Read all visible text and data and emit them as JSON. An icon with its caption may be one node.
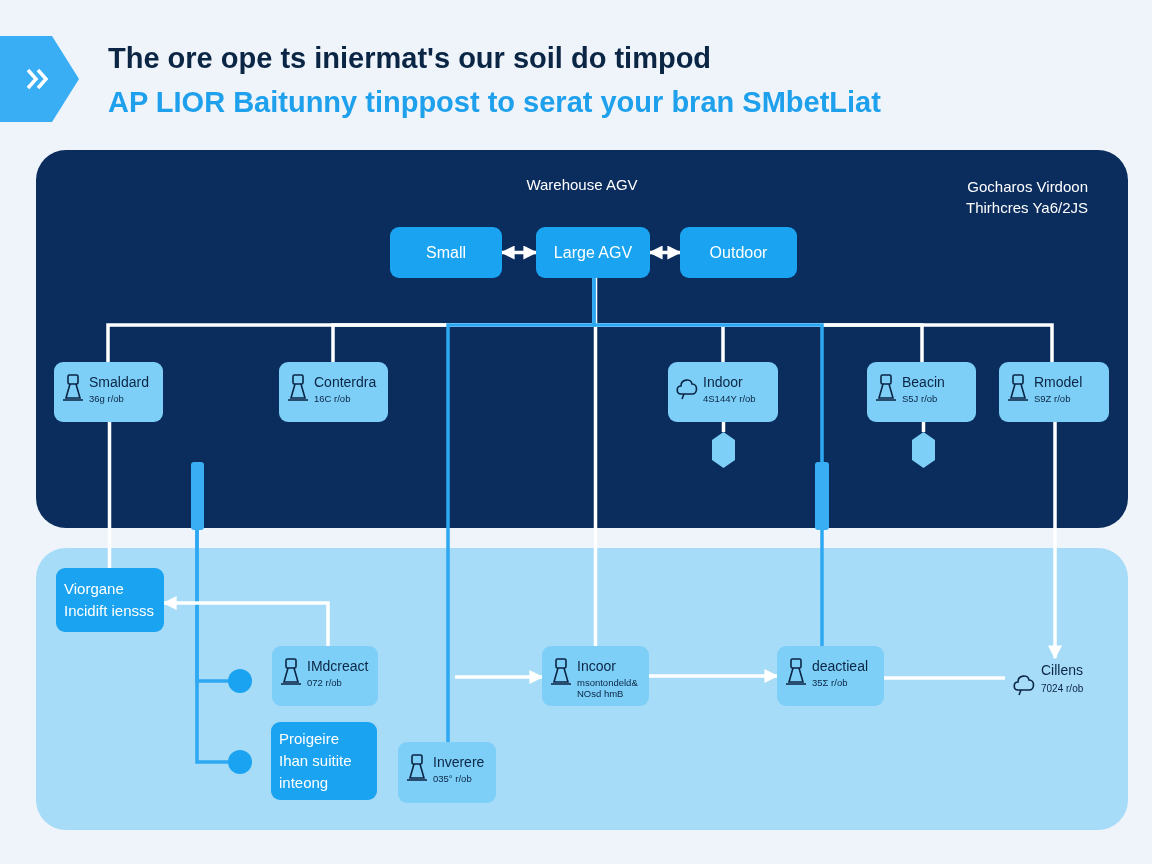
{
  "diagram": {
    "title": "The ore ope ts iniermat's our soil do timpod",
    "nodes": [
      {
        "text": [
          "Warehouse AGV"
        ]
      },
      {
        "text": [
          "Small"
        ],
        "in": 0
      },
      {
        "text": [
          "Large AGV"
        ],
        "in": 0
      },
      {
        "text": [
          "Outdoor"
        ],
        "in": 0
      },
      {
        "text": [
          "Smaldard",
          "36g r/ob"
        ],
        "in": 0
      },
      {
        "text": [
          "Conterdra",
          "16C r/ob"
        ],
        "in": 0
      },
      {
        "text": [
          "Indoor",
          "4S144Y r/ob"
        ],
        "in": 0
      },
      {
        "text": [
          "Beacin",
          "S5J r/ob"
        ],
        "in": 0
      },
      {
        "text": [
          "Rmodel",
          "S9Z r/ob"
        ],
        "in": 0
      },
      {
        "text": [],
        "shape": "hexagon",
        "in": 0
      },
      {
        "text": [],
        "shape": "hexagon",
        "in": 0
      },
      {
        "text": [],
        "shape": "bar",
        "in": 0
      },
      {
        "text": [],
        "shape": "bar",
        "in": 0
      },
      {
        "text": [],
        "shape": "box"
      },
      {
        "text": [
          "Viorgane Incidift iensss"
        ],
        "in": 13
      },
      {
        "text": [],
        "shape": "circle",
        "in": 13
      },
      {
        "text": [],
        "shape": "circle",
        "in": 13
      },
      {
        "text": [
          "IMdcreact",
          "072 r/ob"
        ],
        "in": 13
      },
      {
        "text": [
          "Proigeire Ihan suitite inteong"
        ],
        "in": 13
      },
      {
        "text": [
          "Inverere",
          "035° r/ob"
        ],
        "in": 13
      },
      {
        "text": [
          "Incoor",
          "msontondeld& NOsd hmB"
        ],
        "in": 13
      },
      {
        "text": [
          "deactieal",
          "35Σ r/ob"
        ],
        "in": 13
      },
      {
        "text": [
          "Cillens",
          "7024 r/ob"
        ],
        "in": 13
      }
    ],
    "edges": [
      {
        "from": 1,
        "to": 2,
        "arrow": "both"
      },
      {
        "from": 2,
        "to": 3,
        "arrow": "both"
      },
      {
        "from": 2,
        "to": 4,
        "arrow": "none"
      },
      {
        "from": 2,
        "to": 5,
        "arrow": "none"
      },
      {
        "from": 2,
        "to": 6,
        "arrow": "none"
      },
      {
        "from": 2,
        "to": 7,
        "arrow": "none"
      },
      {
        "from": 2,
        "to": 8,
        "arrow": "none"
      },
      {
        "from": 2,
        "to": 20,
        "arrow": "none"
      },
      {
        "from": 2,
        "to": 19,
        "arrow": "none",
        "color": "#2ea8f2"
      },
      {
        "from": 2,
        "to": 12,
        "arrow": "none",
        "color": "#2ea8f2"
      },
      {
        "from": 12,
        "to": 21,
        "arrow": "none",
        "color": "#2ea8f2"
      },
      {
        "from": 11,
        "to": 15,
        "arrow": "none",
        "color": "#2ea8f2"
      },
      {
        "from": 11,
        "to": 16,
        "arrow": "none",
        "color": "#2ea8f2"
      },
      {
        "from": 4,
        "to": 14,
        "arrow": "none"
      },
      {
        "from": 6,
        "to": 9,
        "arrow": "none"
      },
      {
        "from": 7,
        "to": 10,
        "arrow": "none"
      },
      {
        "from": 8,
        "to": 22,
        "arrow": "to"
      },
      {
        "from": 17,
        "to": 14,
        "arrow": "to"
      },
      {
        "from": null,
        "to": 20,
        "arrow": "to"
      },
      {
        "from": 20,
        "to": 21,
        "arrow": "to"
      },
      {
        "from": 21,
        "to": 22,
        "arrow": "none"
      }
    ],
    "labels": [
      "AP LIOR Baitunny tinppost to serat your bran SMbetLiat",
      "Gocharos Virdoon Thirhcres Ya6/2JS"
    ]
  }
}
